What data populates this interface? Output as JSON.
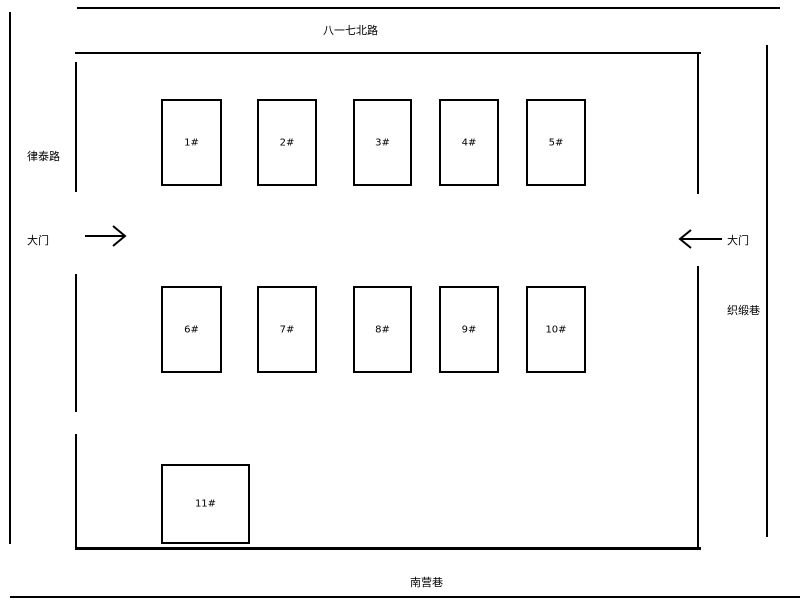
{
  "roads": {
    "north": "八一七北路",
    "west": "律泰路",
    "east": "织缎巷",
    "south": "南营巷"
  },
  "gates": {
    "west": "大门",
    "east": "大门"
  },
  "buildings": [
    "1#",
    "2#",
    "3#",
    "4#",
    "5#",
    "6#",
    "7#",
    "8#",
    "9#",
    "10#",
    "11#"
  ]
}
